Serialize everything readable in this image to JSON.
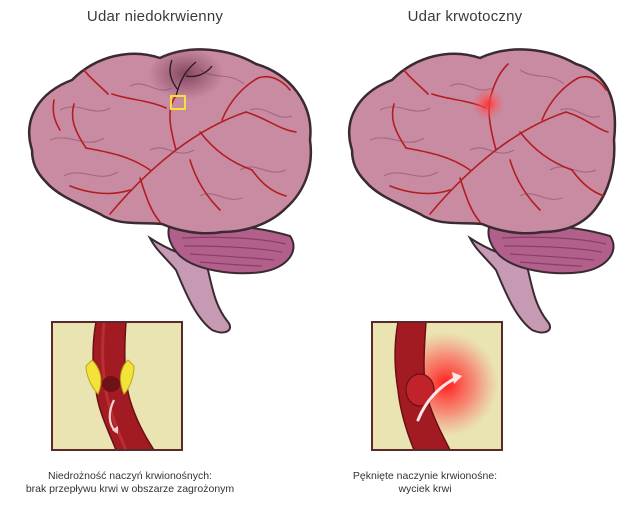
{
  "panels": {
    "left": {
      "title": "Udar niedokrwienny",
      "caption_line1": "Niedrożność naczyń krwionośnych:",
      "caption_line2": "brak przepływu krwi w obszarze zagrożonym"
    },
    "right": {
      "title": "Udar krwotoczny",
      "caption_line1": "Pęknięte naczynie krwionośne:",
      "caption_line2": "wyciek krwi"
    }
  },
  "colors": {
    "brain": "#c98ba2",
    "brain_outline": "#3b2a33",
    "cerebellum": "#b0608a",
    "stem": "#c79ab3",
    "vessel": "#b31d22",
    "inset_bg": "#eae4b2",
    "inset_border": "#5a2a2a",
    "clot": "#f3e237",
    "hemorrhage": "#ff2a2a"
  },
  "icons": [
    "brain-illustration",
    "vessel-inset",
    "blood-flow-arrow",
    "clot-marker",
    "hemorrhage-glow"
  ]
}
